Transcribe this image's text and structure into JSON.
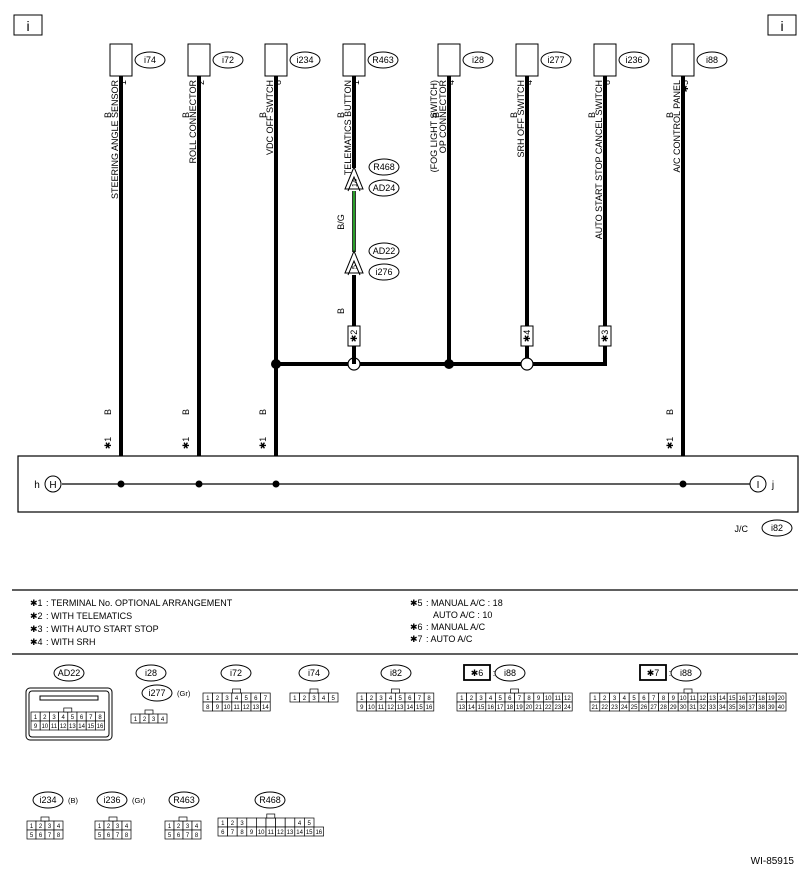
{
  "page_marker": "i",
  "figure_id": "WI-85915",
  "jc": {
    "label": "J/C",
    "id": "i82"
  },
  "nodes": {
    "left": "H",
    "left_side": "h",
    "right": "I",
    "right_side": "j"
  },
  "columns": [
    {
      "id": "i74",
      "name": "STEERING ANGLE SENSOR",
      "pin": "1",
      "color": "B",
      "lower": "B",
      "star": "✱1"
    },
    {
      "id": "i72",
      "name": "ROLL CONNECTOR",
      "pin": "2",
      "color": "B",
      "lower": "B",
      "star": "✱1"
    },
    {
      "id": "i234",
      "name": "VDC OFF SWTCH",
      "pin": "8",
      "color": "B",
      "lower": "B",
      "star": "✱1"
    },
    {
      "id": "R463",
      "name": "TELEMATICS BUTTON",
      "pin": "1",
      "color": "B"
    },
    {
      "id": "i28",
      "name": "OP CONNECTOR",
      "name2": "(FOG LIGHT SWITCH)",
      "pin": "4",
      "color": "B"
    },
    {
      "id": "i277",
      "name": "SRH OFF SWITCH",
      "pin": "4",
      "color": "B",
      "marker": "✱4"
    },
    {
      "id": "i236",
      "name": "AUTO START STOP CANCEL SWITCH",
      "pin": "8",
      "color": "B",
      "marker": "✱3"
    },
    {
      "id": "i88",
      "name": "A/C CONTROL PANEL",
      "pin": "✱5",
      "color": "B",
      "lower": "B",
      "star": "✱1"
    }
  ],
  "telematics_path": {
    "conn1_pin": "14",
    "conn1_a": "R468",
    "conn1_b": "AD24",
    "wire": "B/G",
    "conn2_pin": "5",
    "conn2_a": "AD22",
    "conn2_b": "i276",
    "after": "B",
    "marker": "✱2"
  },
  "notes_left": [
    {
      "k": "✱1",
      "v": ": TERMINAL No. OPTIONAL ARRANGEMENT"
    },
    {
      "k": "✱2",
      "v": ": WITH TELEMATICS"
    },
    {
      "k": "✱3",
      "v": ": WITH AUTO START STOP"
    },
    {
      "k": "✱4",
      "v": ": WITH SRH"
    }
  ],
  "notes_right": [
    {
      "k": "✱5",
      "v": ": MANUAL A/C   : 18"
    },
    {
      "k": "",
      "v": "AUTO A/C   : 10"
    },
    {
      "k": "✱6",
      "v": ": MANUAL A/C"
    },
    {
      "k": "✱7",
      "v": ": AUTO A/C"
    }
  ],
  "connectors": [
    {
      "id": "AD22",
      "rows": [
        [
          "1",
          "2",
          "3",
          "4",
          "5",
          "6",
          "7",
          "8"
        ],
        [
          "9",
          "10",
          "11",
          "12",
          "13",
          "14",
          "15",
          "16"
        ]
      ]
    },
    {
      "id": "i28",
      "rows": []
    },
    {
      "id": "i277",
      "suffix": "(Gr)",
      "rows": [
        [
          "1",
          "2",
          "3",
          "4"
        ]
      ]
    },
    {
      "id": "i72",
      "rows": [
        [
          "1",
          "2",
          "3",
          "4",
          "5",
          "6",
          "7"
        ],
        [
          "8",
          "9",
          "10",
          "11",
          "12",
          "13",
          "14"
        ]
      ]
    },
    {
      "id": "i74",
      "rows": [
        [
          "1",
          "2",
          "3",
          "4",
          "5"
        ]
      ]
    },
    {
      "id": "i82",
      "rows": [
        [
          "1",
          "2",
          "3",
          "4",
          "5",
          "6",
          "7",
          "8"
        ],
        [
          "9",
          "10",
          "11",
          "12",
          "13",
          "14",
          "15",
          "16"
        ]
      ]
    },
    {
      "id": "i88",
      "prefix": "✱6",
      "rows": [
        [
          "1",
          "2",
          "3",
          "4",
          "5",
          "6",
          "7",
          "8",
          "9",
          "10",
          "11",
          "12"
        ],
        [
          "13",
          "14",
          "15",
          "16",
          "17",
          "18",
          "19",
          "20",
          "21",
          "22",
          "23",
          "24"
        ]
      ]
    },
    {
      "id": "i88",
      "prefix": "✱7",
      "rows": [
        [
          "1",
          "2",
          "3",
          "4",
          "5",
          "6",
          "7",
          "8",
          "9",
          "10",
          "11",
          "12",
          "13",
          "14",
          "15",
          "16",
          "17",
          "18",
          "19",
          "20"
        ],
        [
          "21",
          "22",
          "23",
          "24",
          "25",
          "26",
          "27",
          "28",
          "29",
          "30",
          "31",
          "32",
          "33",
          "34",
          "35",
          "36",
          "37",
          "38",
          "39",
          "40"
        ]
      ]
    },
    {
      "id": "i234",
      "suffix": "(B)",
      "rows": [
        [
          "1",
          "2",
          "3",
          "4"
        ],
        [
          "5",
          "6",
          "7",
          "8"
        ]
      ]
    },
    {
      "id": "i236",
      "suffix": "(Gr)",
      "rows": [
        [
          "1",
          "2",
          "3",
          "4"
        ],
        [
          "5",
          "6",
          "7",
          "8"
        ]
      ]
    },
    {
      "id": "R463",
      "rows": [
        [
          "1",
          "2",
          "3",
          "4"
        ],
        [
          "5",
          "6",
          "7",
          "8"
        ]
      ]
    },
    {
      "id": "R468",
      "rows": [
        [
          "1",
          "2",
          "3",
          "",
          "",
          "",
          "",
          "",
          "4",
          "5"
        ],
        [
          "6",
          "7",
          "8",
          "9",
          "10",
          "11",
          "12",
          "13",
          "14",
          "15",
          "16"
        ]
      ]
    }
  ]
}
